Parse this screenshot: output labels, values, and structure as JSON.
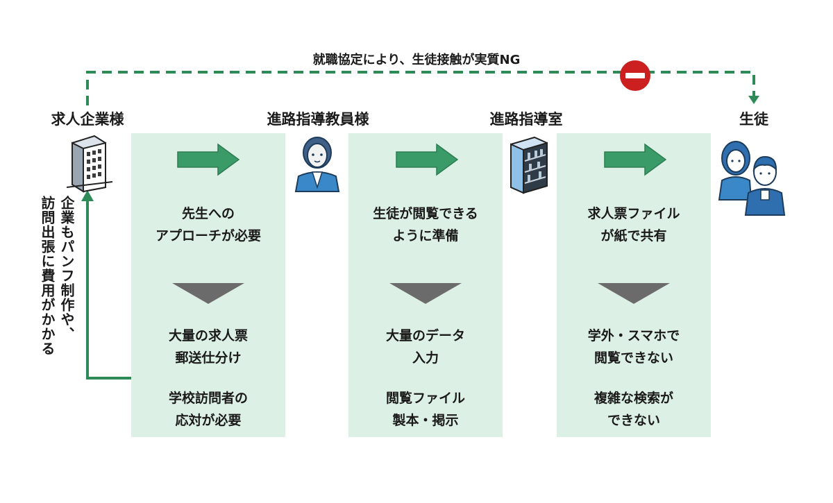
{
  "top_note": "就職協定により、生徒接触が実質NG",
  "stages": [
    {
      "label": "求人企業様"
    },
    {
      "label": "進路指導教員様"
    },
    {
      "label": "進路指導室"
    },
    {
      "label": "生徒"
    }
  ],
  "side_note": {
    "lines": [
      "企業もパンフ制作や、",
      "訪問出張に費用がかかる"
    ]
  },
  "panels": [
    {
      "header": [
        "先生への",
        "アプローチが必要"
      ],
      "issues": [
        [
          "大量の求人票",
          "郵送仕分け"
        ],
        [
          "学校訪問者の",
          "応対が必要"
        ]
      ]
    },
    {
      "header": [
        "生徒が閲覧できる",
        "ように準備"
      ],
      "issues": [
        [
          "大量のデータ",
          "入力"
        ],
        [
          "閲覧ファイル",
          "製本・掲示"
        ]
      ]
    },
    {
      "header": [
        "求人票ファイル",
        "が紙で共有"
      ],
      "issues": [
        [
          "学外・スマホで",
          "閲覧できない"
        ],
        [
          "複雑な検索が",
          "できない"
        ]
      ]
    }
  ],
  "colors": {
    "accent": "#2e8b57",
    "panel": "#ddf0e6",
    "stop": "#cc1f1f",
    "figure": "#3a88c8",
    "triangle": "#6b6b6b"
  },
  "icons": [
    "office-building-icon",
    "female-teacher-icon",
    "bookshelf-icon",
    "students-icon",
    "no-entry-icon"
  ]
}
